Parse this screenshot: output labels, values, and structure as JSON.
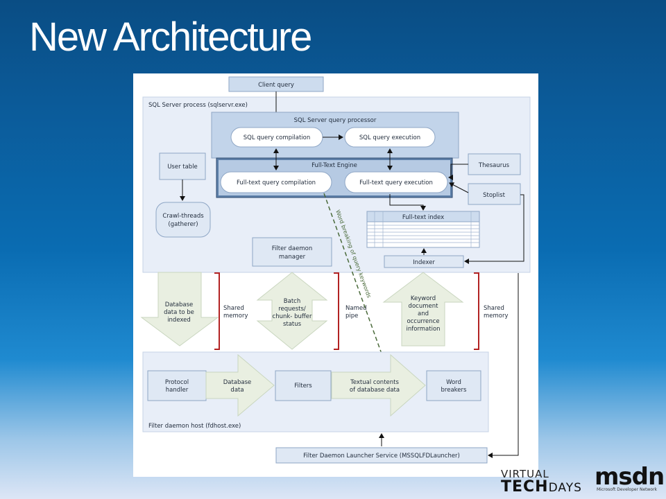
{
  "slide": {
    "title": "New Architecture"
  },
  "diagram": {
    "client_query": "Client query",
    "sql_process": "SQL Server process (sqlservr.exe)",
    "query_processor": "SQL Server query processor",
    "sql_compilation": "SQL query compilation",
    "sql_execution": "SQL query execution",
    "fulltext_engine": "Full-Text Engine",
    "ft_compilation": "Full-text query compilation",
    "ft_execution": "Full-text query execution",
    "thesaurus": "Thesaurus",
    "stoplist": "Stoplist",
    "user_table": "User table",
    "crawl_threads": [
      "Crawl-threads",
      "(gatherer)"
    ],
    "fulltext_index": "Full-text index",
    "filter_manager": [
      "Filter daemon",
      "manager"
    ],
    "indexer": "Indexer",
    "db_data_indexed": [
      "Database",
      "data to be",
      "indexed"
    ],
    "shared_memory_1": [
      "Shared",
      "memory"
    ],
    "batch_requests": [
      "Batch",
      "requests/",
      "chunk- buffer",
      "status"
    ],
    "named_pipe": [
      "Named",
      "pipe"
    ],
    "keyword_info": [
      "Keyword",
      "document",
      "and",
      "occurrence",
      "information"
    ],
    "shared_memory_2": [
      "Shared",
      "memory"
    ],
    "word_breaking": "Word breaking of query keywords",
    "protocol_handler": [
      "Protocol",
      "handler"
    ],
    "database_data": [
      "Database",
      "data"
    ],
    "filters": "Filters",
    "textual_contents": [
      "Textual contents",
      "of database data"
    ],
    "word_breakers": [
      "Word",
      "breakers"
    ],
    "filter_host": "Filter daemon host (fdhost.exe)",
    "launcher": "Filter Daemon Launcher Service (MSSQLFDLauncher)"
  },
  "footer": {
    "virtual": "VIRTUAL",
    "tech": "TECH",
    "days": "DAYS",
    "msdn": "msdn",
    "msdn_sub": "Microsoft Developer Network"
  }
}
